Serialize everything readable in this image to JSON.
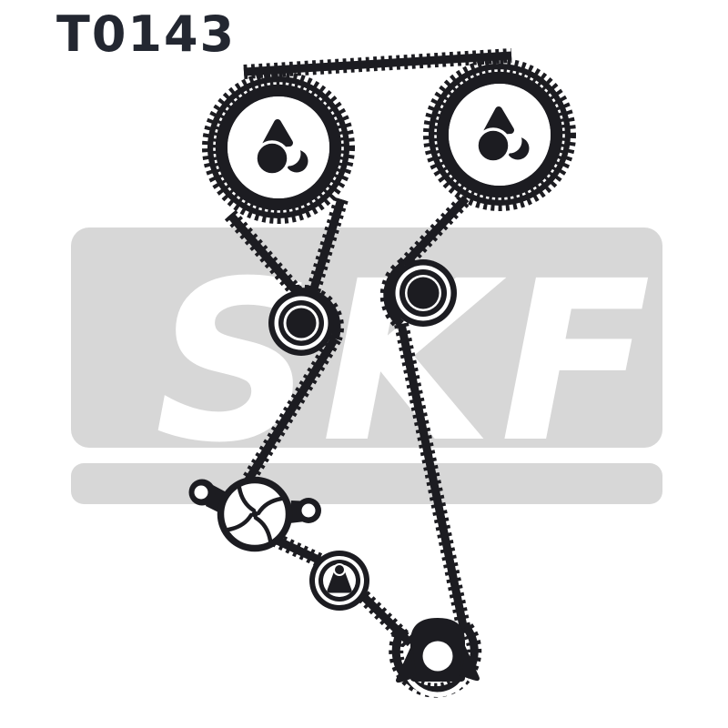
{
  "part": {
    "code": "T0143"
  },
  "watermark": {
    "text": "SKF"
  },
  "colors": {
    "background": "#ffffff",
    "ink": "#1c1c21",
    "watermark_gray": "#d7d7d7",
    "watermark_text": "#ffffff",
    "part_code_color": "#232731"
  },
  "illustration": {
    "type": "timing-belt-kit-product-diagram",
    "components": [
      "timing-belt",
      "camshaft-sprocket-left",
      "camshaft-sprocket-right",
      "idler-pulley",
      "tensioner-pulley",
      "water-pump",
      "small-tensioner-pulley",
      "crankshaft-sprocket"
    ]
  }
}
